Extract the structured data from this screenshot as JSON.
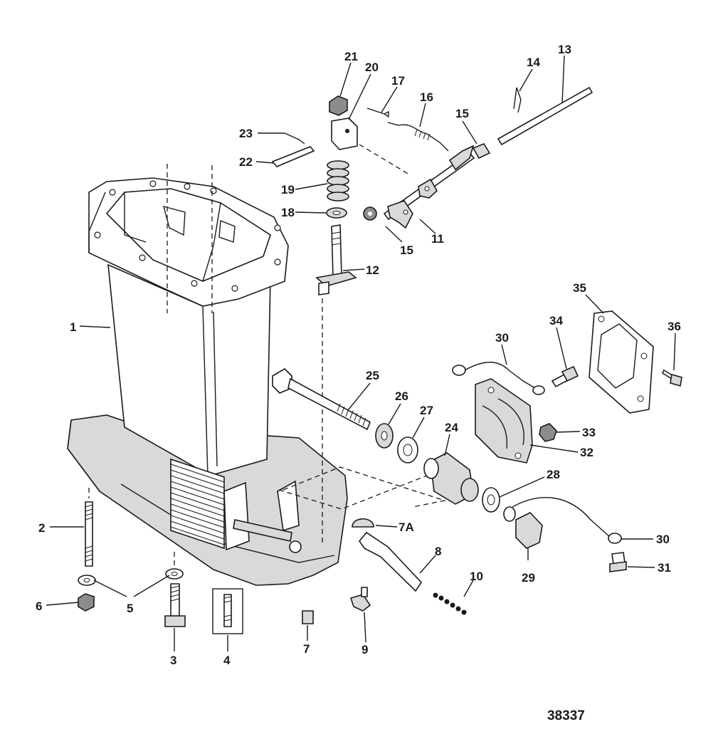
{
  "figure_number": "38337",
  "callouts": [
    {
      "label": "1"
    },
    {
      "label": "2"
    },
    {
      "label": "3"
    },
    {
      "label": "4"
    },
    {
      "label": "5"
    },
    {
      "label": "6"
    },
    {
      "label": "7"
    },
    {
      "label": "7A"
    },
    {
      "label": "8"
    },
    {
      "label": "9"
    },
    {
      "label": "10"
    },
    {
      "label": "11"
    },
    {
      "label": "12"
    },
    {
      "label": "13"
    },
    {
      "label": "14"
    },
    {
      "label": "15"
    },
    {
      "label": "15"
    },
    {
      "label": "16"
    },
    {
      "label": "17"
    },
    {
      "label": "18"
    },
    {
      "label": "19"
    },
    {
      "label": "20"
    },
    {
      "label": "21"
    },
    {
      "label": "22"
    },
    {
      "label": "23"
    },
    {
      "label": "24"
    },
    {
      "label": "25"
    },
    {
      "label": "26"
    },
    {
      "label": "27"
    },
    {
      "label": "28"
    },
    {
      "label": "29"
    },
    {
      "label": "30"
    },
    {
      "label": "30"
    },
    {
      "label": "31"
    },
    {
      "label": "32"
    },
    {
      "label": "33"
    },
    {
      "label": "34"
    },
    {
      "label": "35"
    },
    {
      "label": "36"
    }
  ]
}
